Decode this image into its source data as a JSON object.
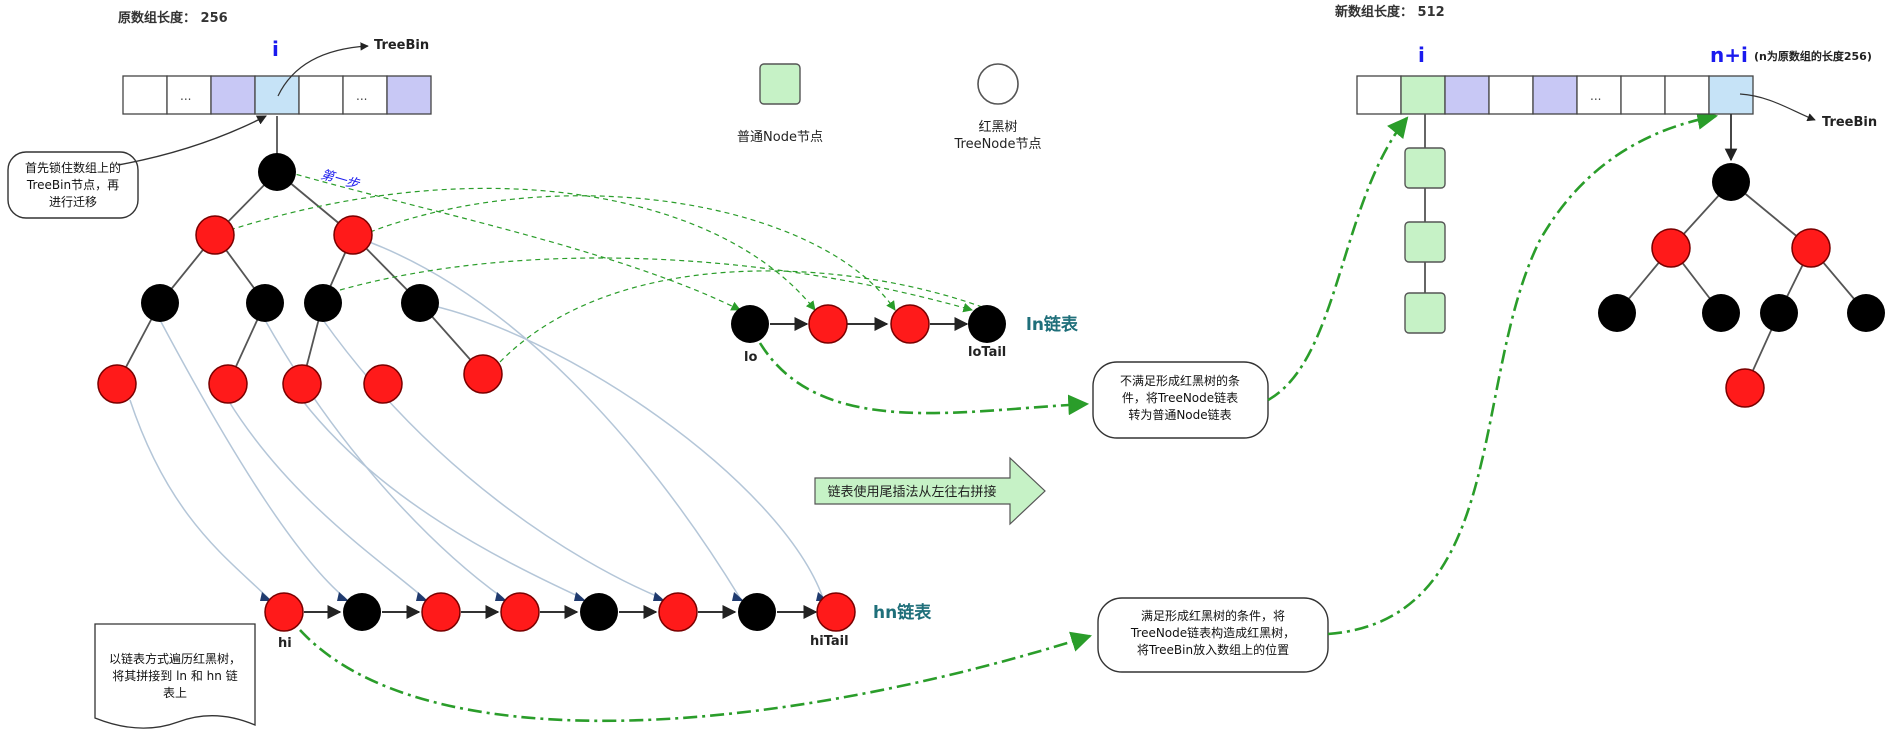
{
  "labels": {
    "orig_len": "原数组长度： 256",
    "new_len": "新数组长度： 512",
    "i_left": "i",
    "i_right": "i",
    "n_plus_i": "n+i",
    "n_note": "(n为原数组的长度256)",
    "treebin_left": "TreeBin",
    "treebin_right": "TreeBin",
    "ellipsis": "...",
    "legend_node": "普通Node节点",
    "legend_tree_line1": "红黑树",
    "legend_tree_line2": "TreeNode节点",
    "step_one": "第一步",
    "ln_list": "ln链表",
    "hn_list": "hn链表",
    "lo": "lo",
    "lo_tail": "loTail",
    "hi": "hi",
    "hi_tail": "hiTail",
    "arrow_text": "链表使用尾插法从左往右拼接"
  },
  "callouts": {
    "first_lock": [
      "首先锁住数组上的",
      "TreeBin节点，再",
      "进行迁移"
    ],
    "not_tree": [
      "不满足形成红黑树的条",
      "件，将TreeNode链表",
      "转为普通Node链表"
    ],
    "is_tree": [
      "满足形成红黑树的条件，将",
      "TreeNode链表构造成红黑树，",
      "将TreeBin放入数组上的位置"
    ],
    "traverse_note": [
      "以链表方式遍历红黑树，",
      "将其拼接到 ln 和 hn 链",
      "表上"
    ]
  },
  "colors": {
    "red_node": "#ff1a1a",
    "black_node": "#000000",
    "cell_purple": "#c8c8f5",
    "cell_blue": "#c6e3f7",
    "cell_green": "#c6f2c6",
    "green_dash": "#2a9d2a",
    "blue_curve": "#b4c6d8",
    "index_blue": "#1a1aee",
    "teal_text": "#1f6f7a"
  }
}
